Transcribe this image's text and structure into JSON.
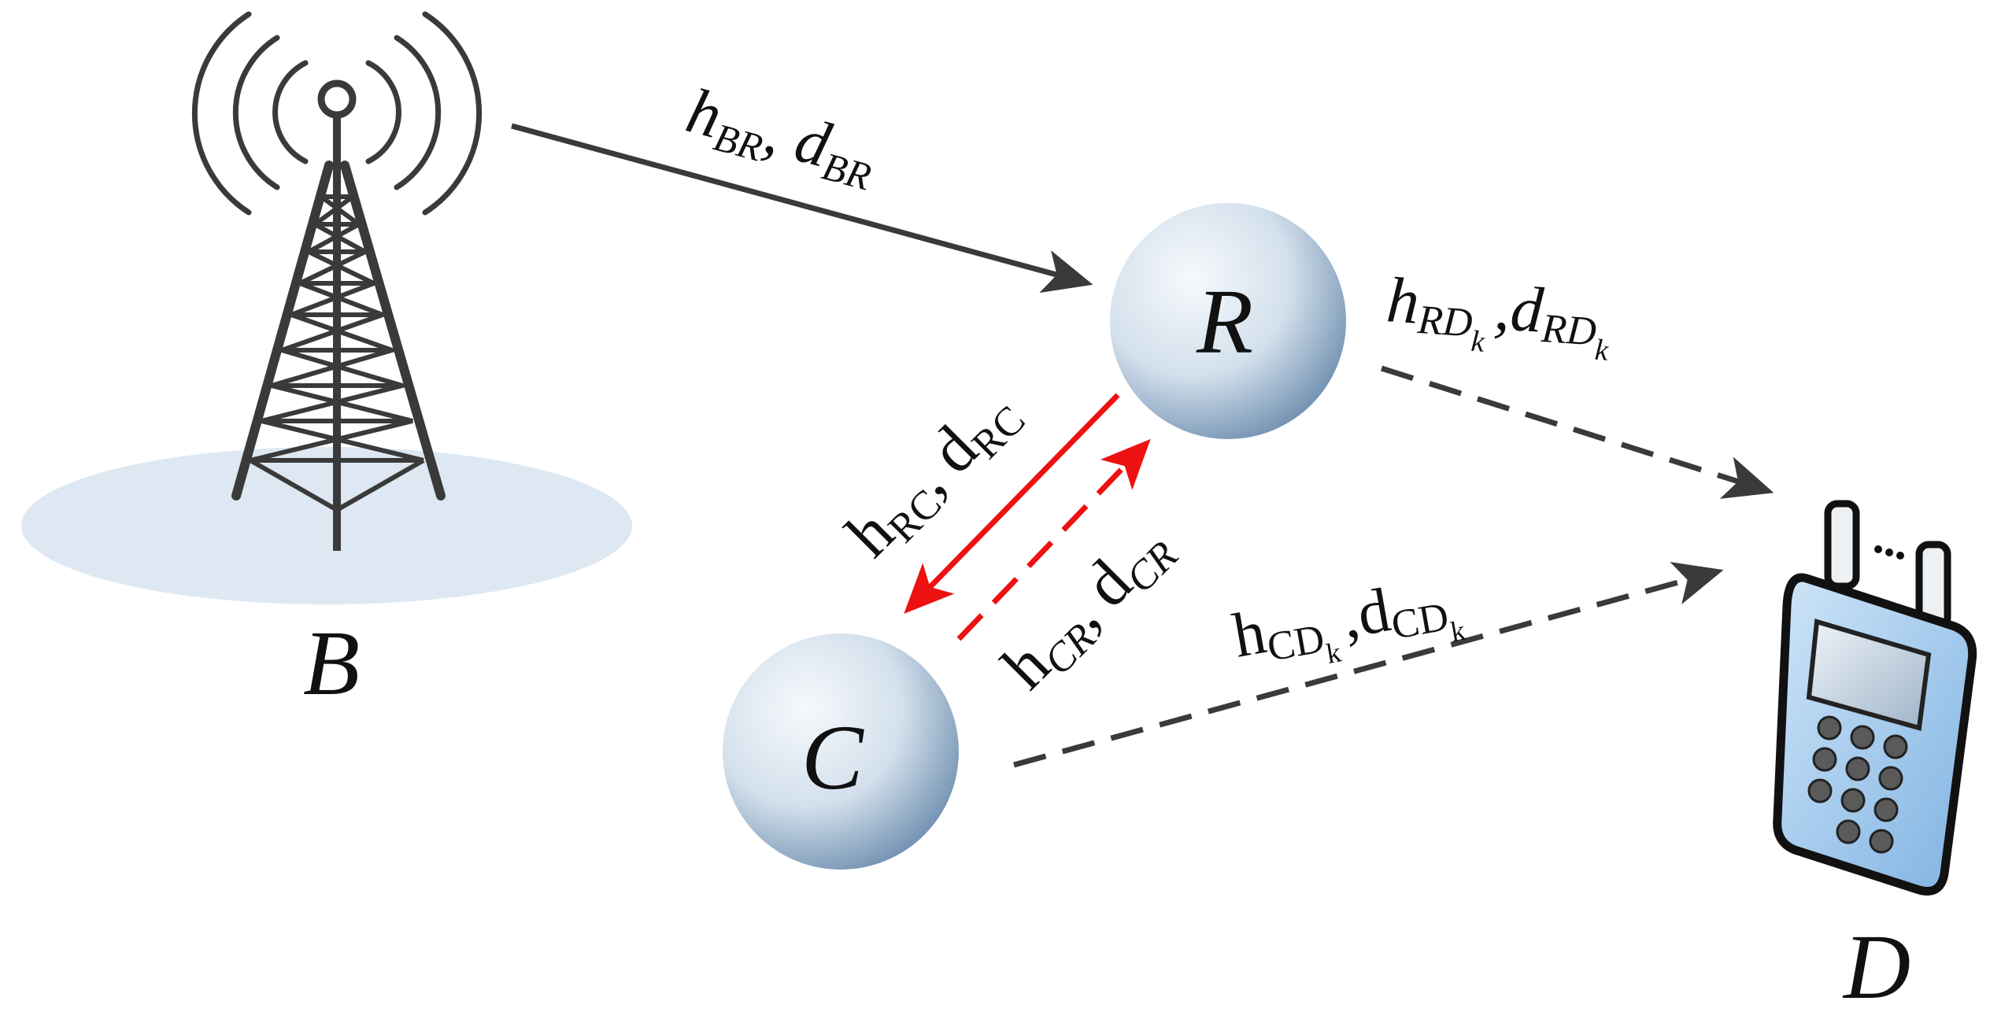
{
  "nodes": {
    "B": "B",
    "R": "R",
    "C": "C",
    "D": "D"
  },
  "links": {
    "br": {
      "h": "h",
      "h_sub": "BR",
      "sep": ",",
      "d": "d",
      "d_sub": "BR"
    },
    "rd": {
      "h": "h",
      "h_sub": "RD",
      "h_subsub": "k",
      "sep": ",",
      "d": "d",
      "d_sub": "RD",
      "d_subsub": "k"
    },
    "rc": {
      "h": "h",
      "h_sub": "RC",
      "sep": ",",
      "d": "d",
      "d_sub": "RC"
    },
    "cr": {
      "h": "h",
      "h_sub": "CR",
      "sep": ",",
      "d": "d",
      "d_sub": "CR"
    },
    "cd": {
      "h": "h",
      "h_sub": "CD",
      "h_subsub": "k",
      "sep": ",",
      "d": "d",
      "d_sub": "CD",
      "d_subsub": "k"
    }
  },
  "colors": {
    "arrow_dark": "#3a3a3a",
    "arrow_red": "#ee1111",
    "node_fill_light": "#f4f7fb",
    "node_fill_dark": "#6f8fb0",
    "ground": "#dde8f2",
    "phone_body": "#9fc8ee"
  }
}
